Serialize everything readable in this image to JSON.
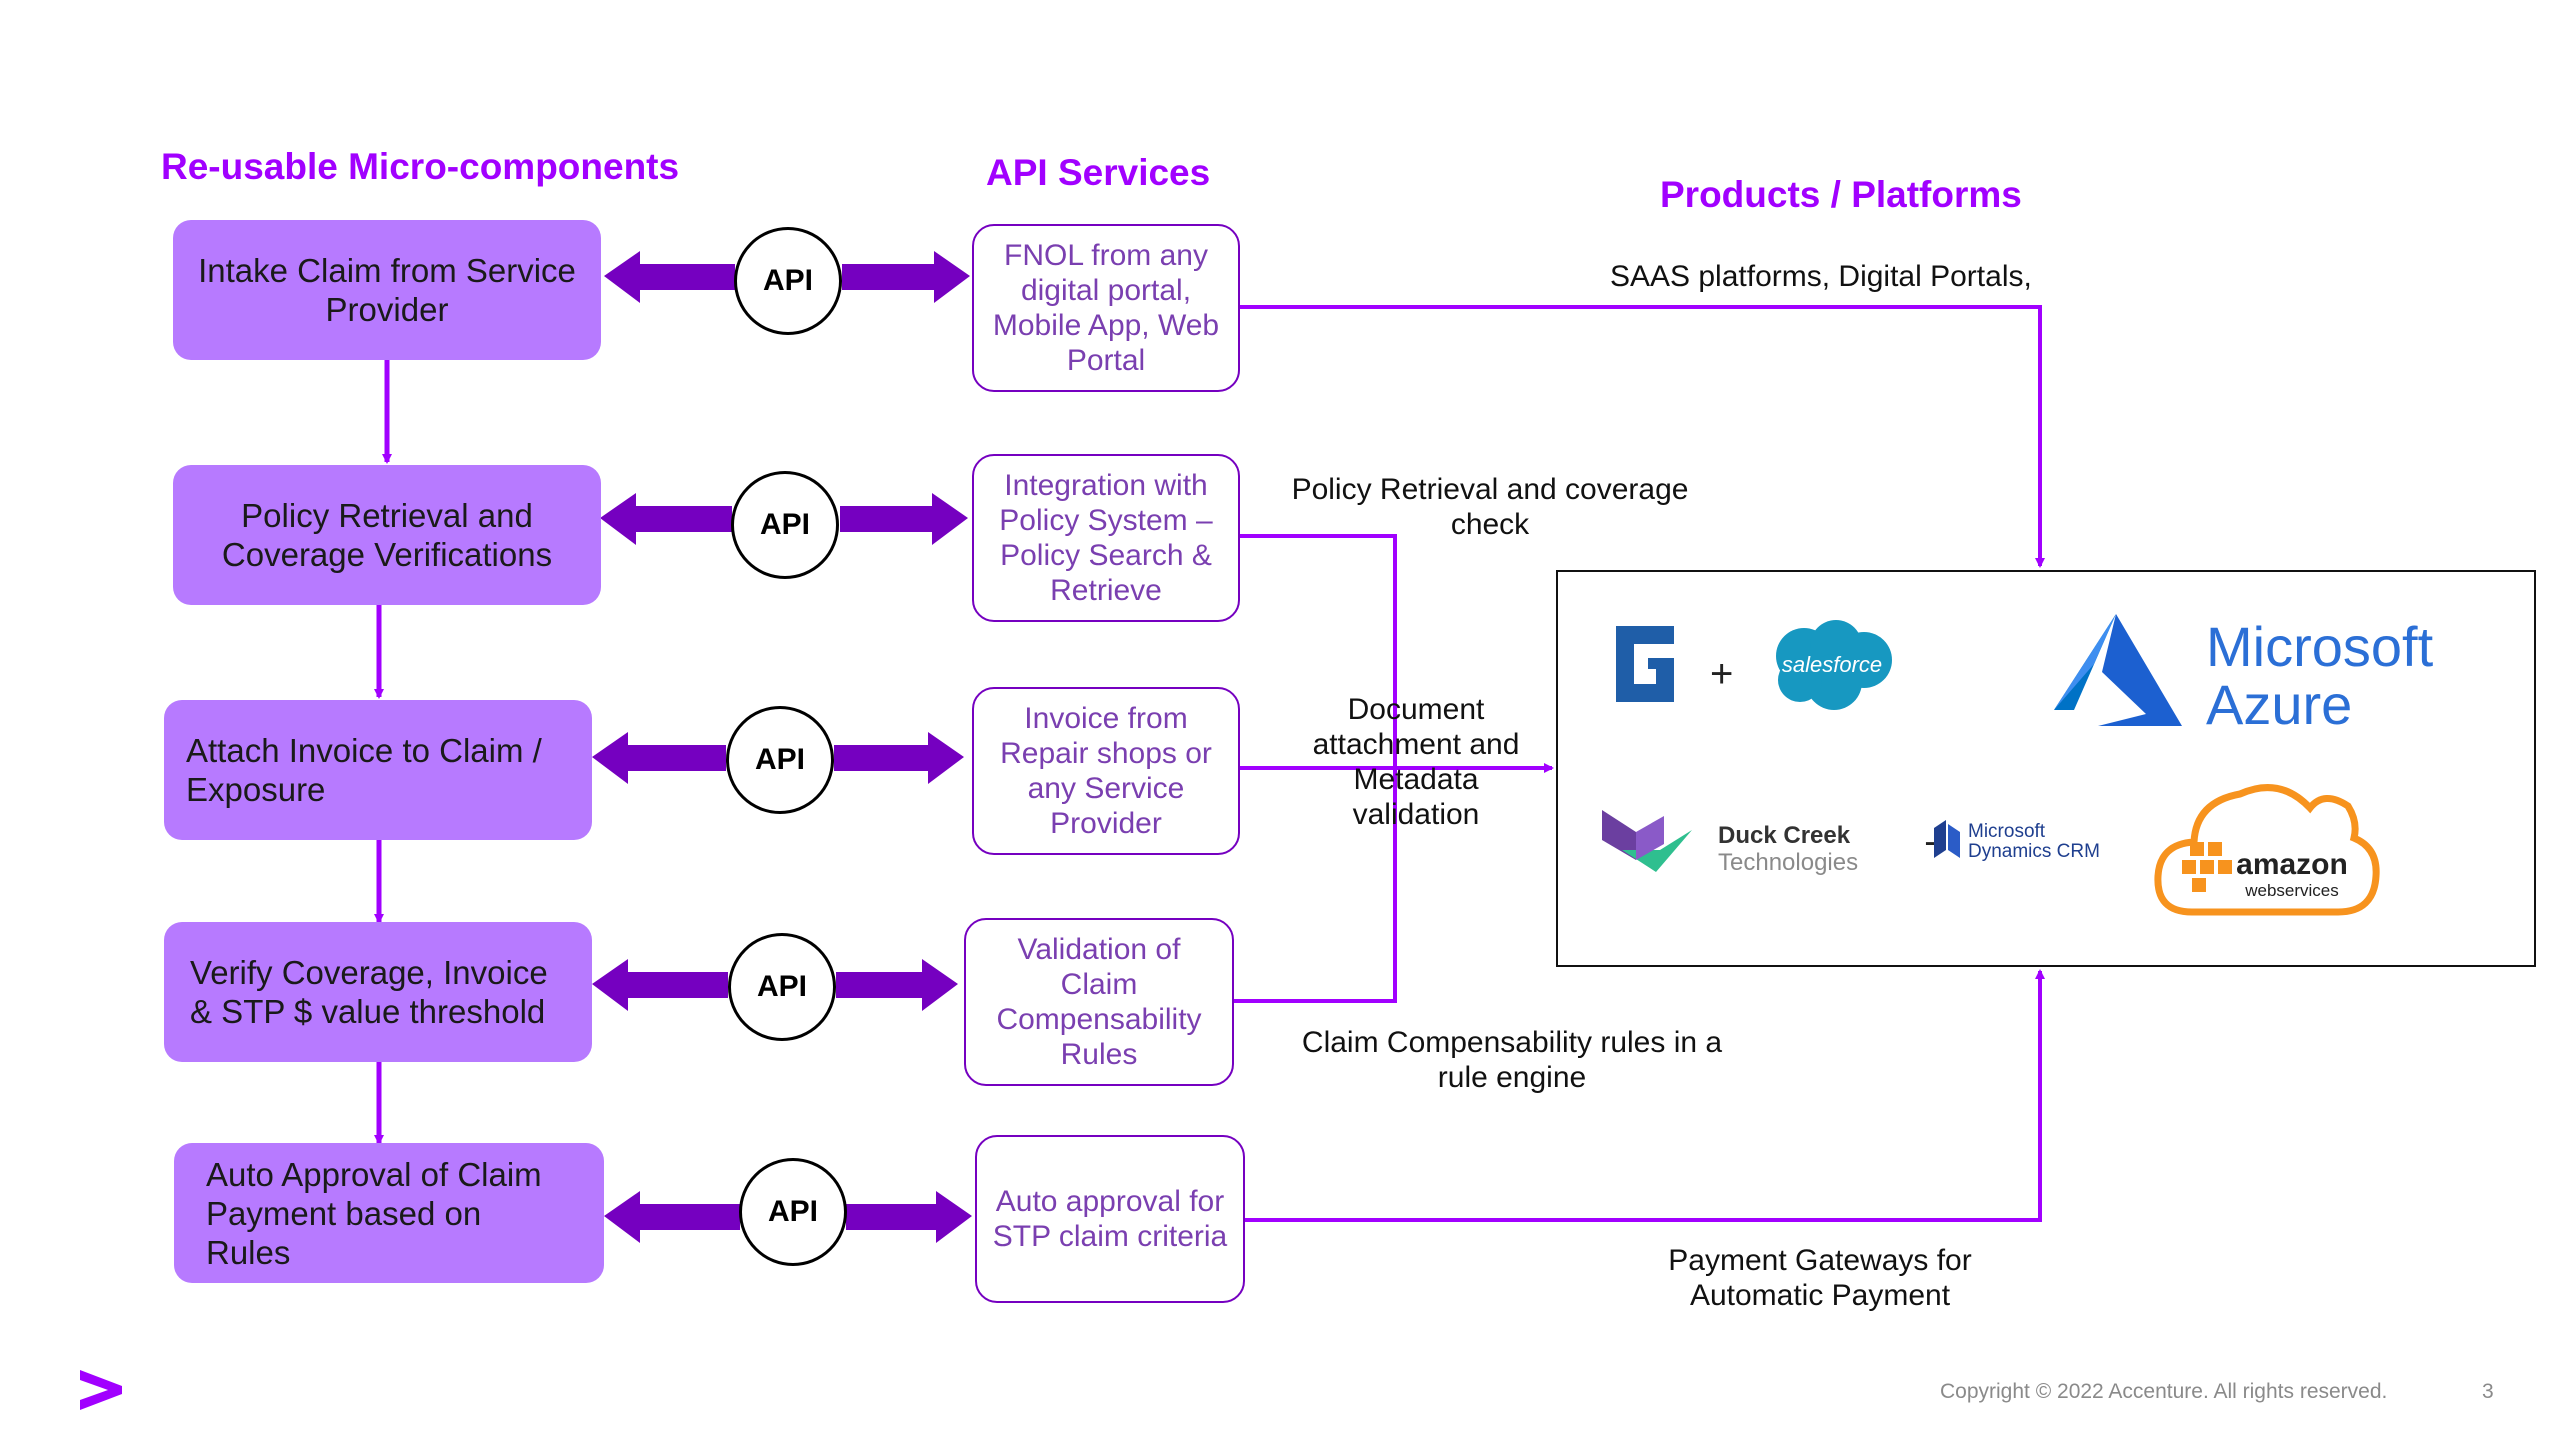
{
  "headings": {
    "components": "Re-usable Micro-components",
    "api_services": "API Services",
    "products": "Products / Platforms"
  },
  "components": [
    {
      "label": "Intake Claim from Service Provider"
    },
    {
      "label": "Policy Retrieval and Coverage Verifications"
    },
    {
      "label": "Attach Invoice to Claim / Exposure"
    },
    {
      "label": "Verify Coverage, Invoice & STP $ value threshold"
    },
    {
      "label": "Auto Approval of Claim Payment based on Rules"
    }
  ],
  "api_label": "API",
  "services": [
    {
      "label": "FNOL from any digital portal, Mobile App, Web Portal"
    },
    {
      "label": "Integration with Policy System – Policy Search & Retrieve"
    },
    {
      "label": "Invoice from Repair shops or any Service Provider"
    },
    {
      "label": "Validation of Claim Compensability Rules"
    },
    {
      "label": "Auto approval for STP claim criteria"
    }
  ],
  "notes": {
    "saas": "SAAS platforms, Digital Portals,",
    "policy": "Policy Retrieval and coverage check",
    "document": "Document attachment and Metadata validation",
    "rules": "Claim Compensability rules in a rule engine",
    "payment": "Payment Gateways for Automatic Payment"
  },
  "platform_logos": {
    "guidewire": "guidewire-logo",
    "salesforce": "salesforce",
    "azure_line1": "Microsoft",
    "azure_line2": "Azure",
    "duckcreek_line1": "Duck Creek",
    "duckcreek_line2": "Technologies",
    "dynamics_line1": "Microsoft",
    "dynamics_line2": "Dynamics CRM",
    "aws_line1": "amazon",
    "aws_line2": "webservices",
    "plus": "+"
  },
  "footer": {
    "copyright": "Copyright © 2022 Accenture. All rights reserved.",
    "page": "3"
  },
  "colors": {
    "accent": "#a100ff",
    "component_fill": "#b77aff",
    "arrow_fill": "#7500c0",
    "connector": "#a100ff",
    "service_text": "#7a3fb0"
  }
}
